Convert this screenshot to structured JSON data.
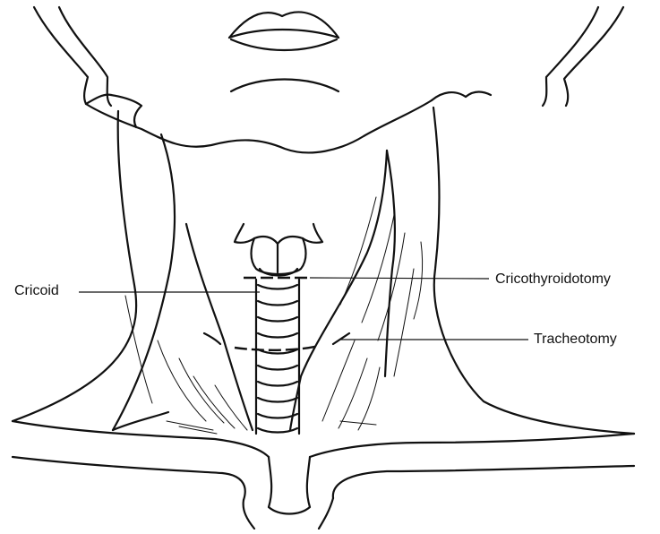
{
  "labels": {
    "cricoid": "Cricoid",
    "cricothyroidotomy": "Cricothyroidotomy",
    "tracheotomy": "Tracheotomy"
  }
}
